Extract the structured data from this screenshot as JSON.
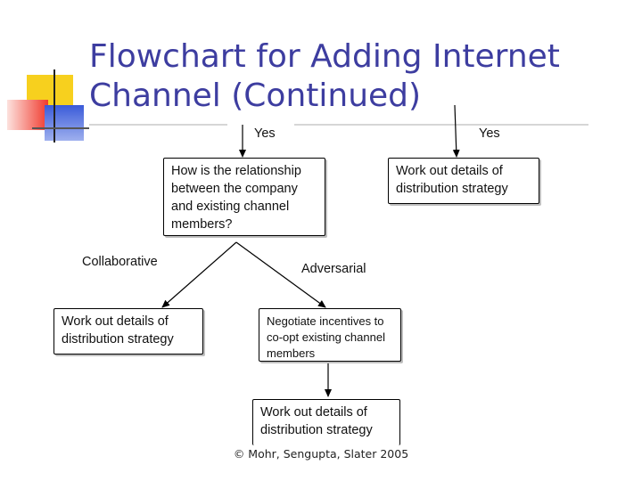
{
  "slide": {
    "title_line1": "Flowchart for Adding Internet",
    "title_line2": "Channel (Continued)",
    "footer": "© Mohr, Sengupta, Slater 2005",
    "colors": {
      "title": "#3d3da0",
      "deco_yellow": "#f7d01e",
      "deco_red": "#f03a2e",
      "deco_blue": "#3a5bd9"
    }
  },
  "diagram": {
    "labels": {
      "yes_left": "Yes",
      "yes_right": "Yes",
      "collaborative": "Collaborative",
      "adversarial": "Adversarial"
    },
    "boxes": {
      "question": "How is the relationship between the company and existing channel members?",
      "distribution_top": "Work out details of distribution strategy",
      "distribution_left": "Work out details of distribution strategy",
      "negotiate": "Negotiate incentives to co-opt existing channel members",
      "distribution_bottom": "Work out details of distribution strategy"
    }
  }
}
